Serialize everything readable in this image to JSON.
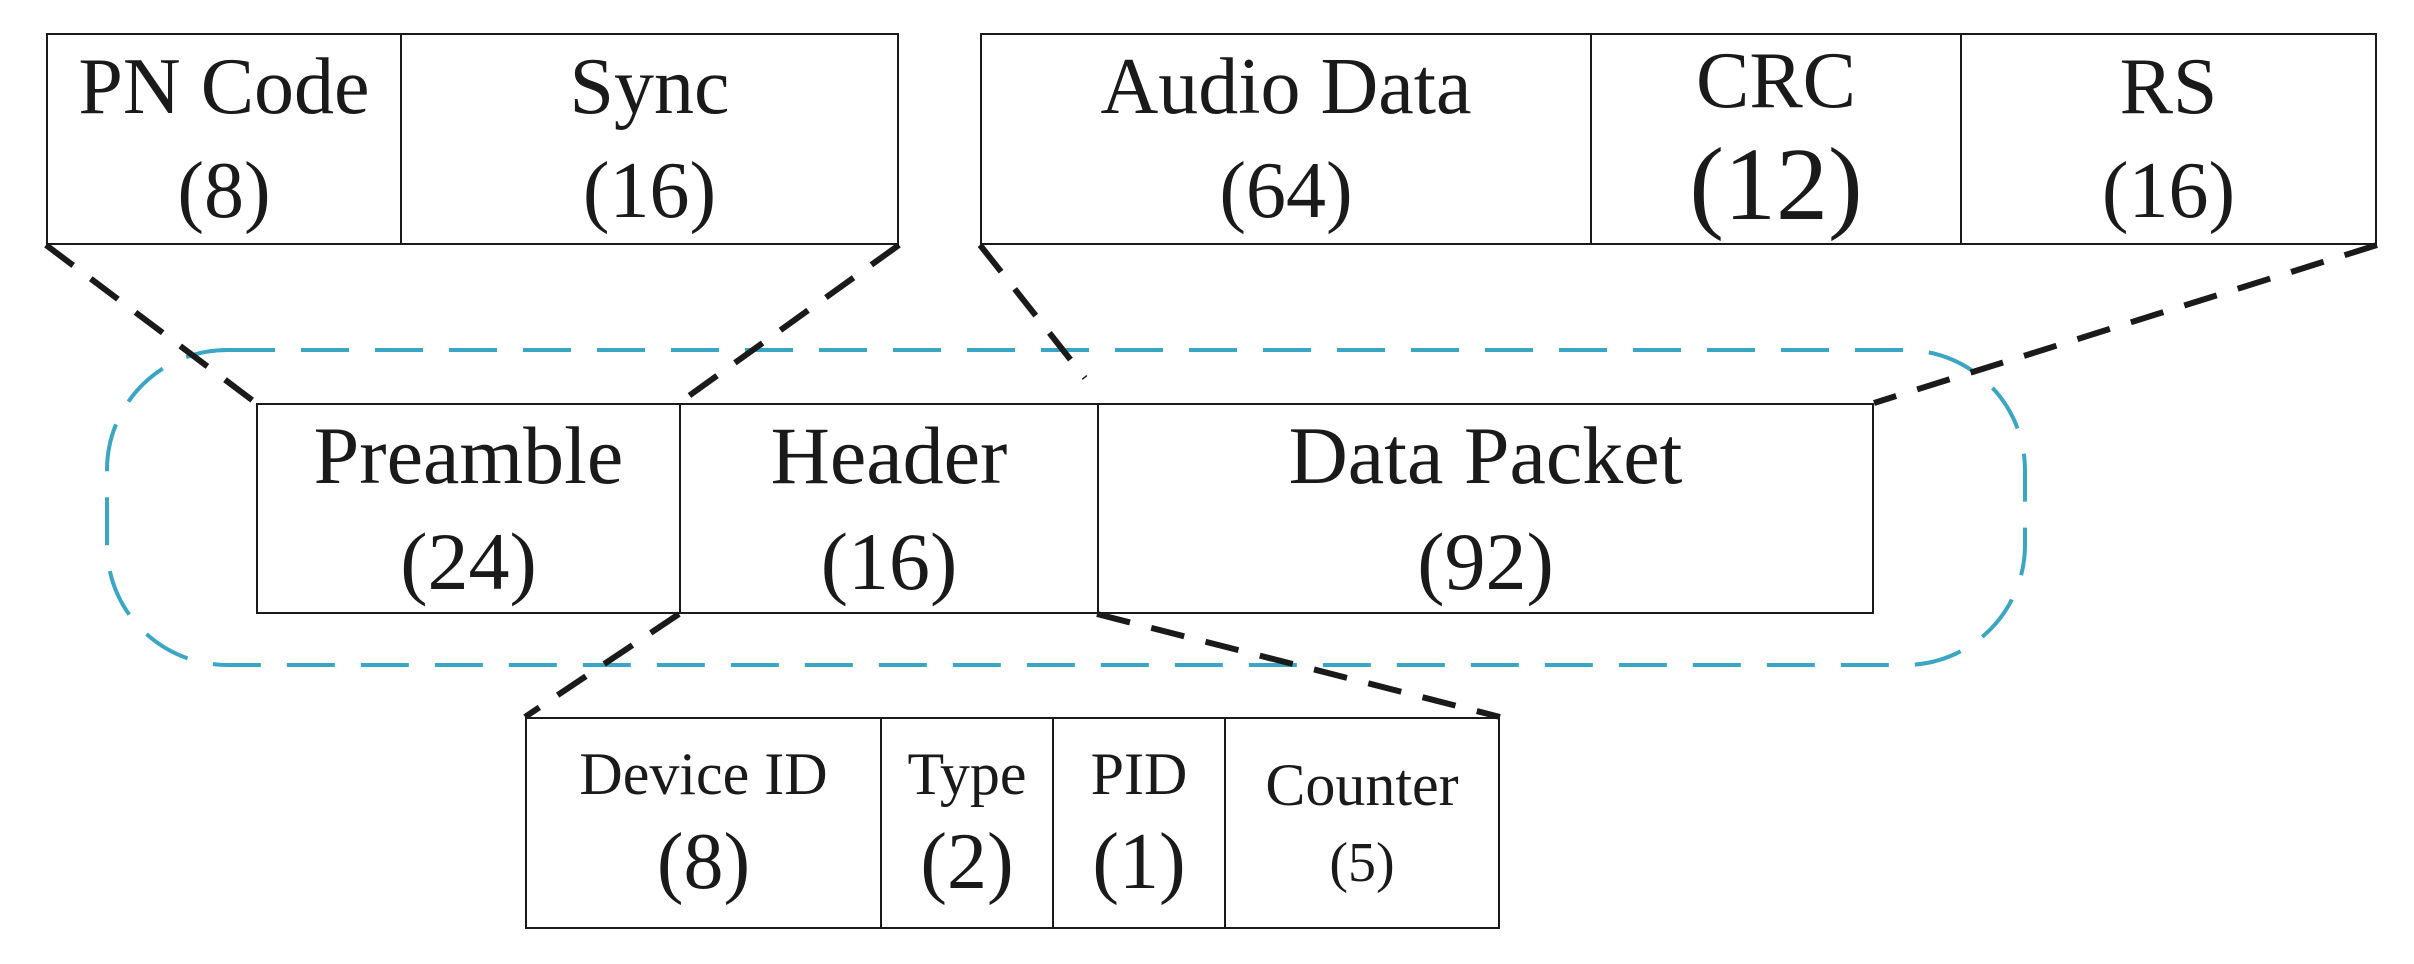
{
  "colors": {
    "line": "#1a1a1a",
    "frame_outline": "#3ba6c4",
    "background": "#ffffff"
  },
  "top_left_box": {
    "fields": [
      {
        "name": "PN Code",
        "bits": "(8)"
      },
      {
        "name": "Sync",
        "bits": "(16)"
      }
    ]
  },
  "top_right_box": {
    "fields": [
      {
        "name": "Audio Data",
        "bits": "(64)"
      },
      {
        "name": "CRC",
        "bits": "(12)"
      },
      {
        "name": "RS",
        "bits": "(16)"
      }
    ]
  },
  "frame_box": {
    "fields": [
      {
        "name": "Preamble",
        "bits": "(24)"
      },
      {
        "name": "Header",
        "bits": "(16)"
      },
      {
        "name": "Data Packet",
        "bits": "(92)"
      }
    ]
  },
  "bottom_box": {
    "fields": [
      {
        "name": "Device ID",
        "bits": "(8)"
      },
      {
        "name": "Type",
        "bits": "(2)"
      },
      {
        "name": "PID",
        "bits": "(1)"
      },
      {
        "name": "Counter",
        "bits": "(5)"
      }
    ]
  }
}
